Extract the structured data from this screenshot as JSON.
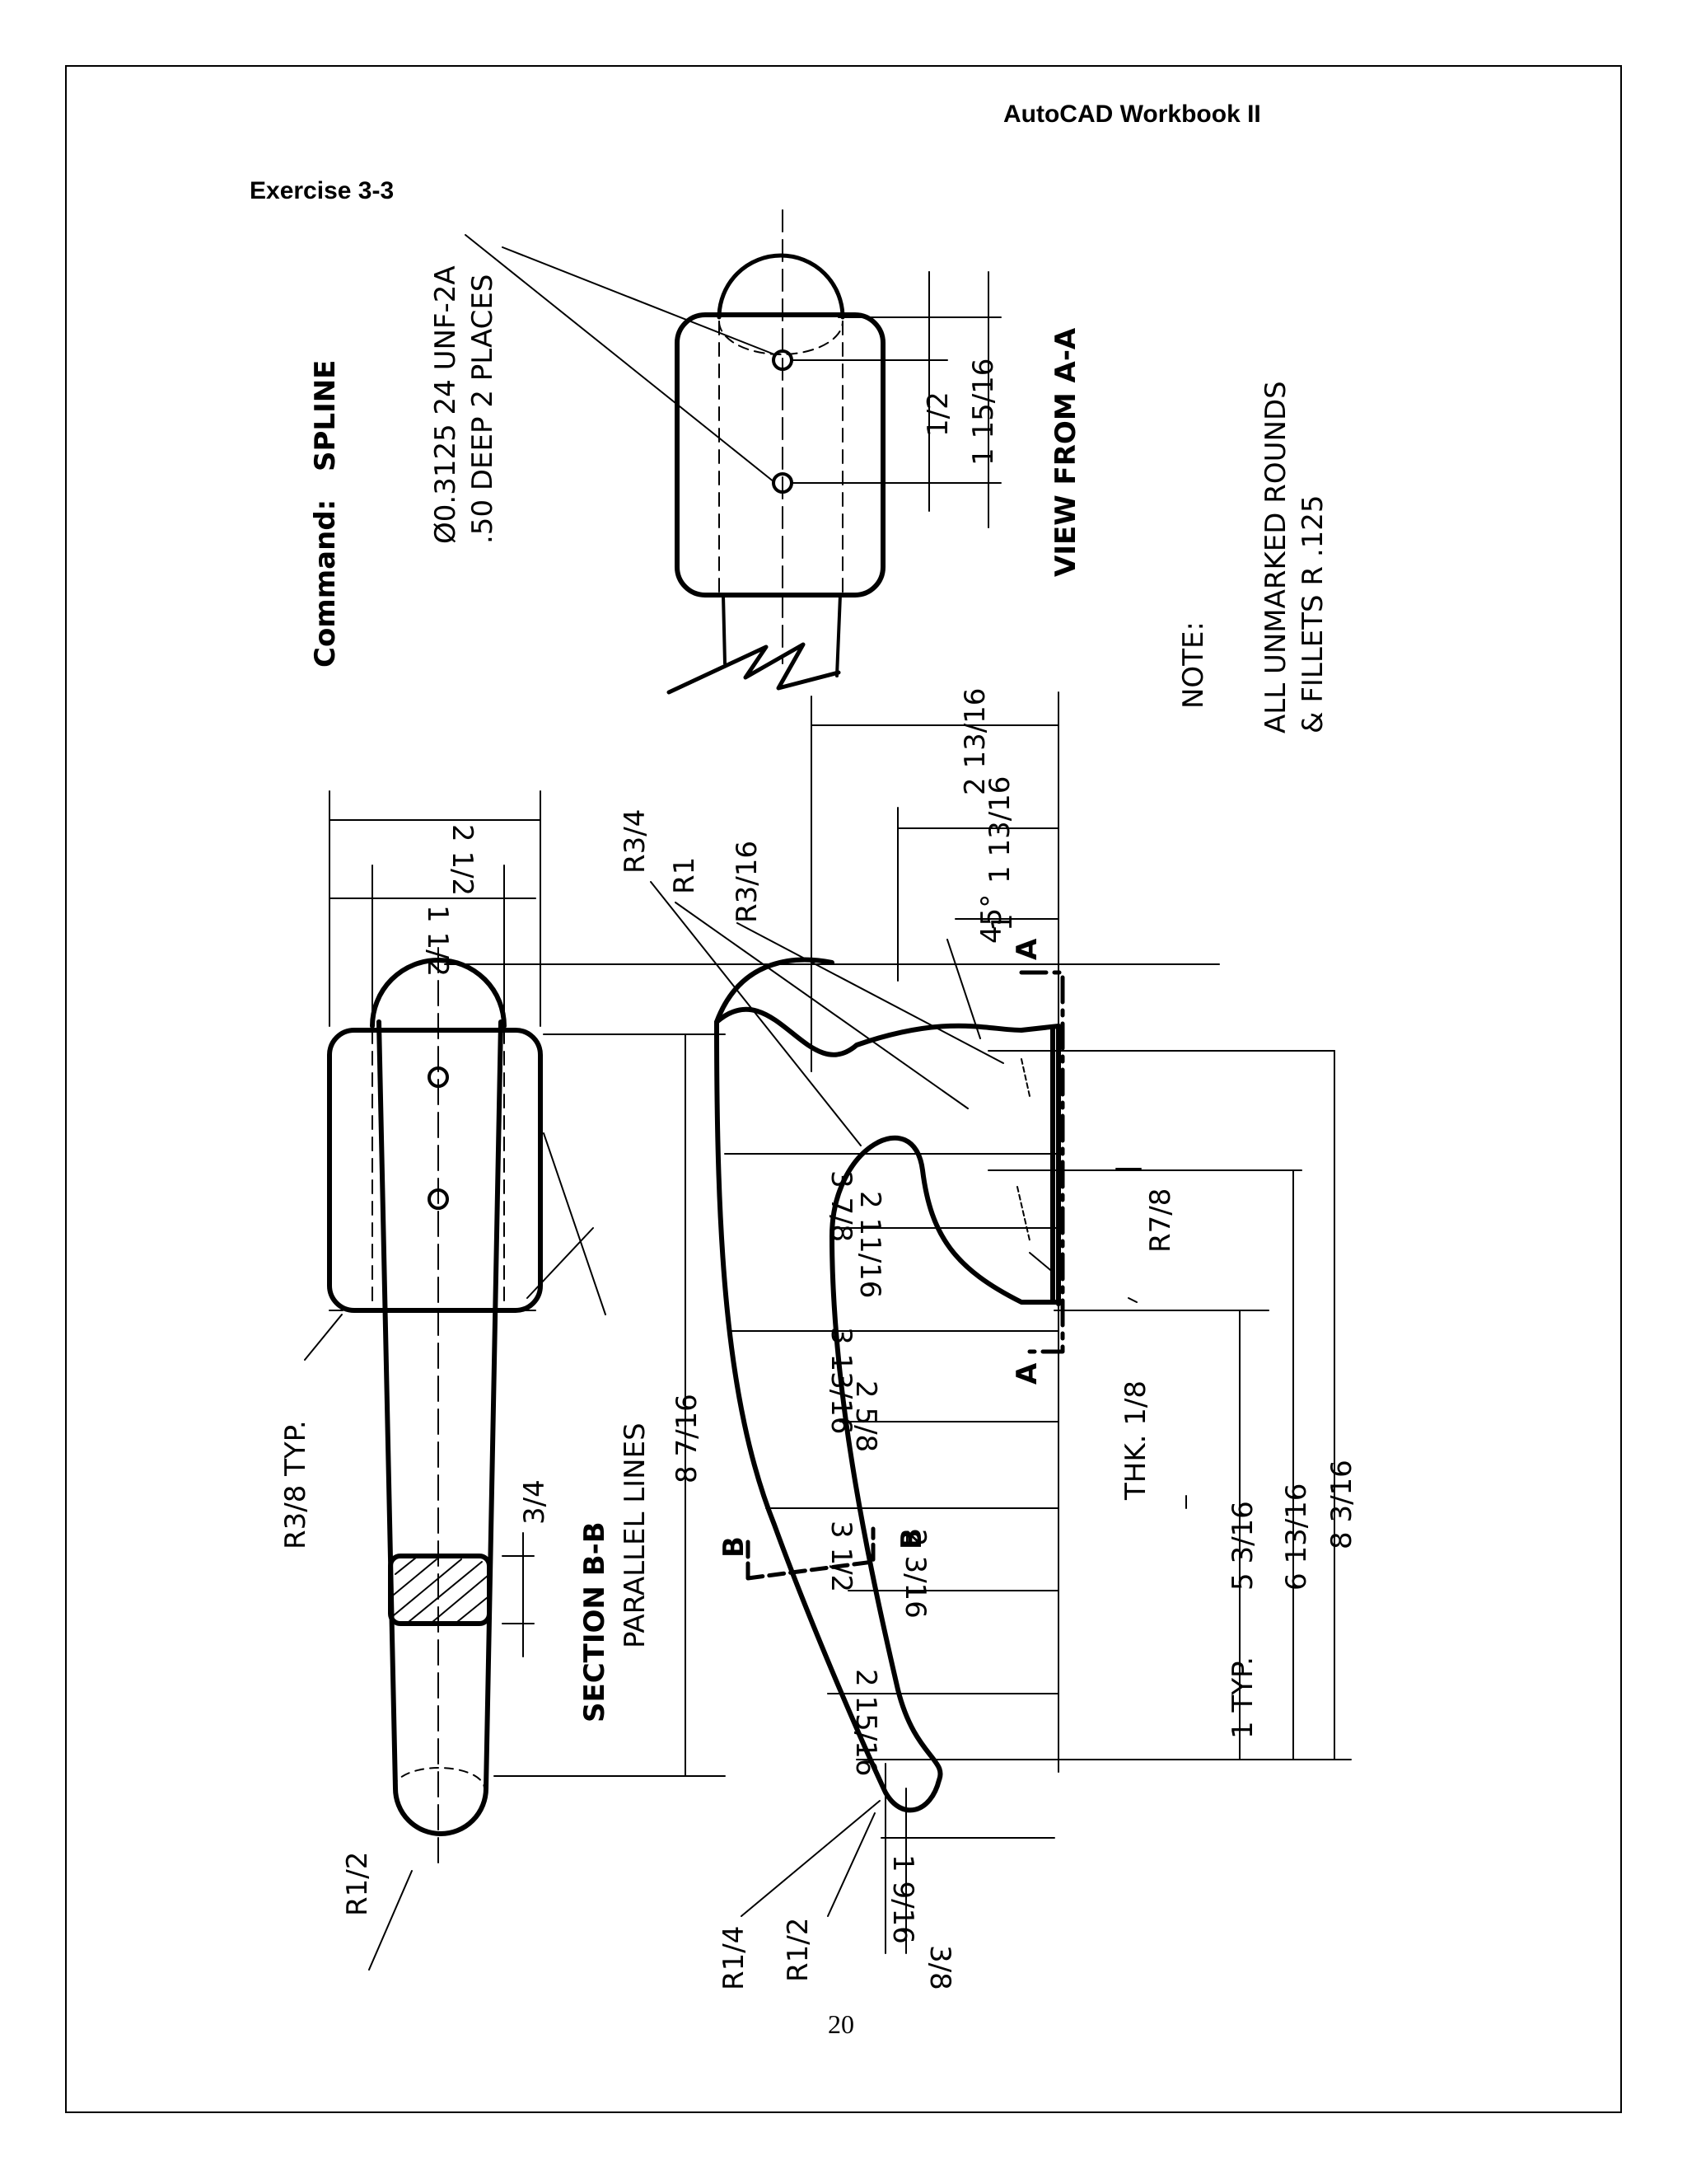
{
  "header": {
    "book_title": "AutoCAD Workbook II",
    "exercise_title": "Exercise 3-3",
    "page_number": "20"
  },
  "drawing": {
    "command_label": "Command:",
    "command_value": "SPLINE",
    "thread_note_line1": "Ø0.3125 24 UNF-2A",
    "thread_note_line2": ".50 DEEP 2 PLACES",
    "view_a_label": "VIEW FROM A-A",
    "note_label": "NOTE:",
    "note_line1": "ALL UNMARKED ROUNDS",
    "note_line2": "& FILLETS R .125",
    "section_label": "SECTION B-B",
    "parallel_lines": "PARALLEL LINES",
    "section_marker_a": "A",
    "section_marker_b": "B",
    "dims": {
      "d_2_1_2": "2 1/2",
      "d_1_1_2": "1 1/2",
      "d_r3_8_typ": "R3/8 TYP.",
      "d_3_4": "3/4",
      "d_8_7_16": "8 7/16",
      "d_r1_2_left": "R1/2",
      "d_r3_4": "R3/4",
      "d_r1": "R1",
      "d_r3_16": "R3/16",
      "d_45": "45°",
      "d_2_13_16": "2 13/16",
      "d_1_13_16": "1 13/16",
      "d_1_15_16": "1 15/16",
      "d_1_2": "1/2",
      "d_r7_8": "R7/8",
      "d_3_7_8": "3 7/8",
      "d_2_11_16": "2 11/16",
      "d_3_13_16": "3 13/16",
      "d_thk_1_8": "THK. 1/8",
      "d_2_5_8": "2 5/8",
      "d_3_1_2": "3 1/2",
      "d_2_3_16": "2 3/16",
      "d_2_15_16": "2 15/16",
      "d_1_9_16": "1 9/16",
      "d_3_8": "3/8",
      "d_r1_4": "R1/4",
      "d_r1_2_bottom": "R1/2",
      "d_1_typ": "1 TYP.",
      "d_5_3_16": "5 3/16",
      "d_6_13_16": "6 13/16",
      "d_8_3_16": "8 3/16"
    }
  }
}
